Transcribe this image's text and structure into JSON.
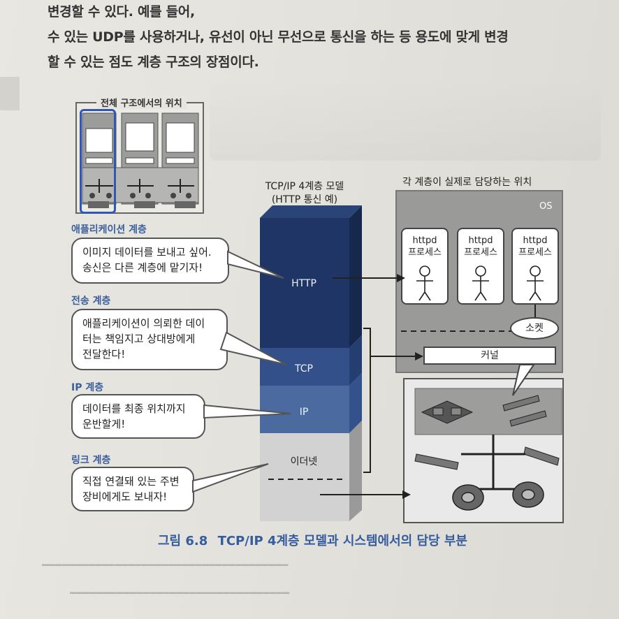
{
  "body_text": {
    "line1": "변경할 수 있다. 예를 들어,",
    "line2": "수 있는 UDP를 사용하거나, 유선이 아닌 무선으로 통신을 하는 등 용도에 맞게 변경",
    "line3": "할 수 있는 점도 계층 구조의 장점이다."
  },
  "thumbnail": {
    "title": "전체 구조에서의 위치"
  },
  "model": {
    "title_line1": "TCP/IP 4계층 모델",
    "title_line2": "(HTTP 통신 예)",
    "layers": [
      "HTTP",
      "TCP",
      "IP",
      "이더넷"
    ]
  },
  "bubbles": [
    {
      "layer": "애플리케이션 계층",
      "text1": "이미지 데이터를 보내고 싶어.",
      "text2": "송신은 다른 계층에 맡기자!"
    },
    {
      "layer": "전송 계층",
      "text1": "애플리케이션이 의뢰한 데이",
      "text2": "터는 책임지고 상대방에게",
      "text3": "전달한다!"
    },
    {
      "layer": "IP 계층",
      "text1": "데이터를 최종 위치까지",
      "text2": "운반할게!"
    },
    {
      "layer": "링크 계층",
      "text1": "직접 연결돼 있는 주변",
      "text2": "장비에게도 보내자!"
    }
  ],
  "system": {
    "title": "각 계층이 실제로 담당하는 위치",
    "os_label": "OS",
    "process_name": "httpd",
    "process_label": "프로세스",
    "socket_label": "소켓",
    "kernel_label": "커널"
  },
  "caption": {
    "number": "그림 6.8",
    "text": "TCP/IP 4계층 모델과 시스템에서의 담당 부분"
  },
  "colors": {
    "accent": "#3b5f9c",
    "http_layer": "#1f3566",
    "tcp_layer": "#34508a",
    "ip_layer": "#4b6aa0",
    "ethernet_layer": "#d2d2d2"
  }
}
